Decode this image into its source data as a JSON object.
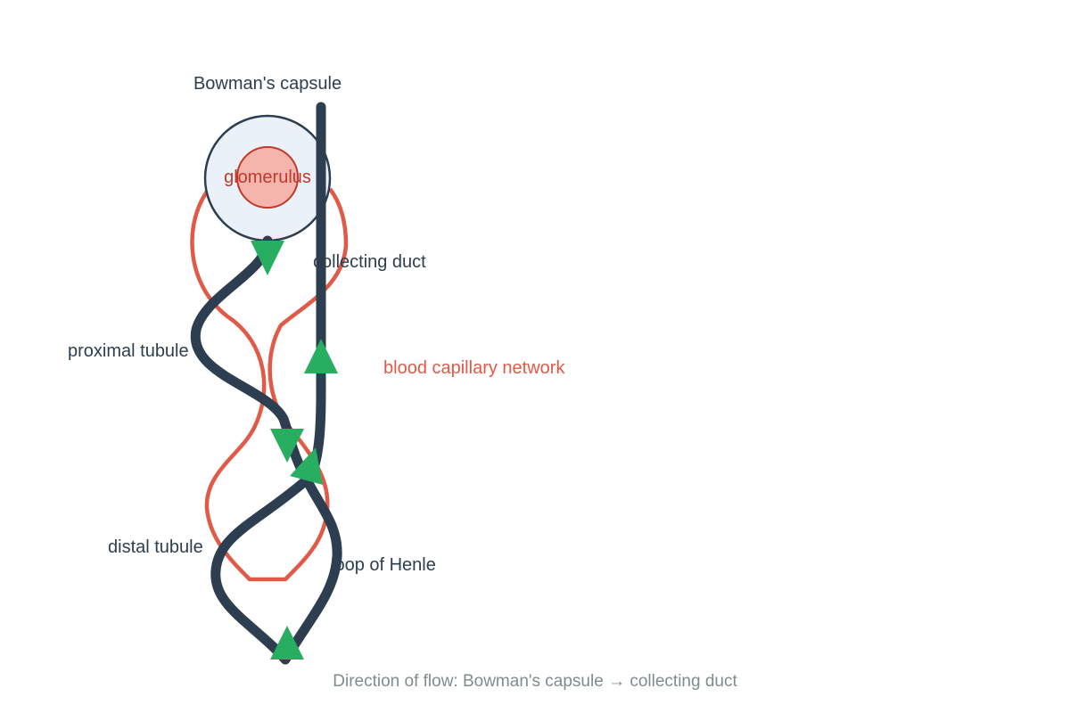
{
  "labels": {
    "bowmans_capsule": "Bowman's capsule",
    "glomerulus": "glomerulus",
    "collecting_duct": "collecting duct",
    "proximal_tubule": "proximal tubule",
    "blood_capillary_network": "blood capillary network",
    "distal_tubule": "distal tubule",
    "loop_of_henle": "loop of Henle"
  },
  "caption": "Direction of flow: Bowman's capsule → collecting duct",
  "colors": {
    "tubule": "#2c3e50",
    "capillary": "#e05a47",
    "glomerulus_fill": "#f5b5ad",
    "glomerulus_text": "#c0392b",
    "capsule_fill": "#eaf1f8",
    "arrow": "#27ae60",
    "label": "#2c3e50",
    "capillary_label": "#e05a47",
    "caption": "#7f8c8d"
  }
}
